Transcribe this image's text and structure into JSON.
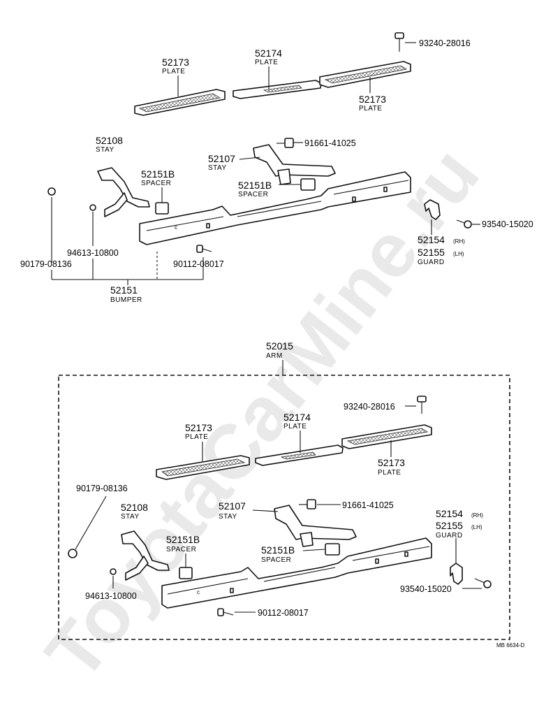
{
  "watermark": "ToyotaCarMine.ru",
  "drawing_code": "MB 6634-D",
  "top_section": {
    "plate_left": {
      "number": "52173",
      "name": "PLATE"
    },
    "plate_center": {
      "number": "52174",
      "name": "PLATE"
    },
    "plate_right": {
      "number": "52173",
      "name": "PLATE"
    },
    "bolt_plate": "93240-28016",
    "stay_left": {
      "number": "52108",
      "name": "STAY"
    },
    "stay_right": {
      "number": "52107",
      "name": "STAY"
    },
    "bolt_stay": "91661-41025",
    "spacer_left": {
      "number": "52151B",
      "name": "SPACER"
    },
    "spacer_right": {
      "number": "52151B",
      "name": "SPACER"
    },
    "guard": {
      "number_rh": "52154",
      "rh": "(RH)",
      "number_lh": "52155",
      "lh": "(LH)",
      "name": "GUARD"
    },
    "screw_guard": "93540-15020",
    "nut": "90179-08136",
    "washer": "94613-10800",
    "bolt_bumper": "90112-08017",
    "bumper": {
      "number": "52151",
      "name": "BUMPER"
    }
  },
  "bottom_section": {
    "arm": {
      "number": "52015",
      "name": "ARM"
    },
    "bolt_plate": "93240-28016",
    "plate_left": {
      "number": "52173",
      "name": "PLATE"
    },
    "plate_center": {
      "number": "52174",
      "name": "PLATE"
    },
    "plate_right": {
      "number": "52173",
      "name": "PLATE"
    },
    "nut": "90179-08136",
    "stay_left": {
      "number": "52108",
      "name": "STAY"
    },
    "stay_right": {
      "number": "52107",
      "name": "STAY"
    },
    "bolt_stay": "91661-41025",
    "guard": {
      "number_rh": "52154",
      "rh": "(RH)",
      "number_lh": "52155",
      "lh": "(LH)",
      "name": "GUARD"
    },
    "spacer_left": {
      "number": "52151B",
      "name": "SPACER"
    },
    "spacer_right": {
      "number": "52151B",
      "name": "SPACER"
    },
    "washer": "94613-10800",
    "screw_guard": "93540-15020",
    "bolt_bumper": "90112-08017"
  }
}
